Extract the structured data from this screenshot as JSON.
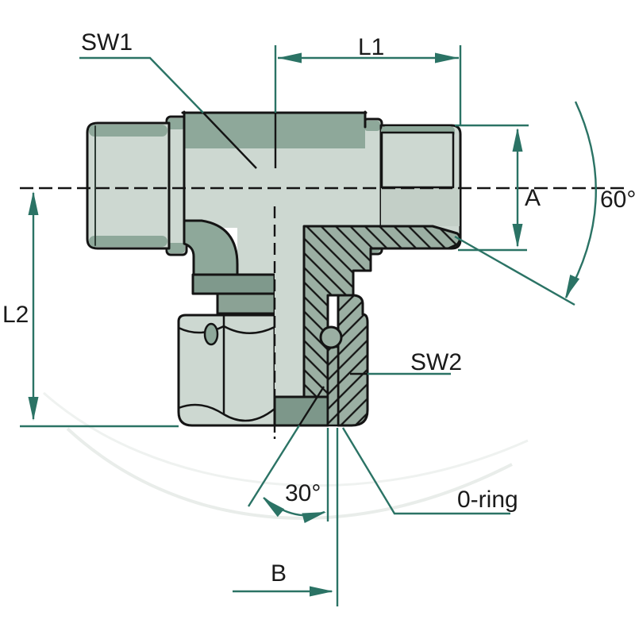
{
  "drawing": {
    "type": "technical-section-drawing",
    "subject": "Hydraulic adjustable tee fitting cross-section with dimension annotations",
    "labels": {
      "sw1": "SW1",
      "l1": "L1",
      "a": "A",
      "angle_seat": "60°",
      "l2": "L2",
      "sw2": "SW2",
      "oring": "0-ring",
      "angle_cone": "30°",
      "b": "B"
    },
    "colors": {
      "background": "#ffffff",
      "outline": "#141414",
      "annotation_teal": "#2b7365",
      "text": "#1a1a1a",
      "body_light": "#cdd8d1",
      "body_shaded": "#c3cfc7",
      "body_mid": "#8ea89a",
      "body_dark": "#7f998c",
      "hatch_fill": "#9bafa3"
    }
  }
}
